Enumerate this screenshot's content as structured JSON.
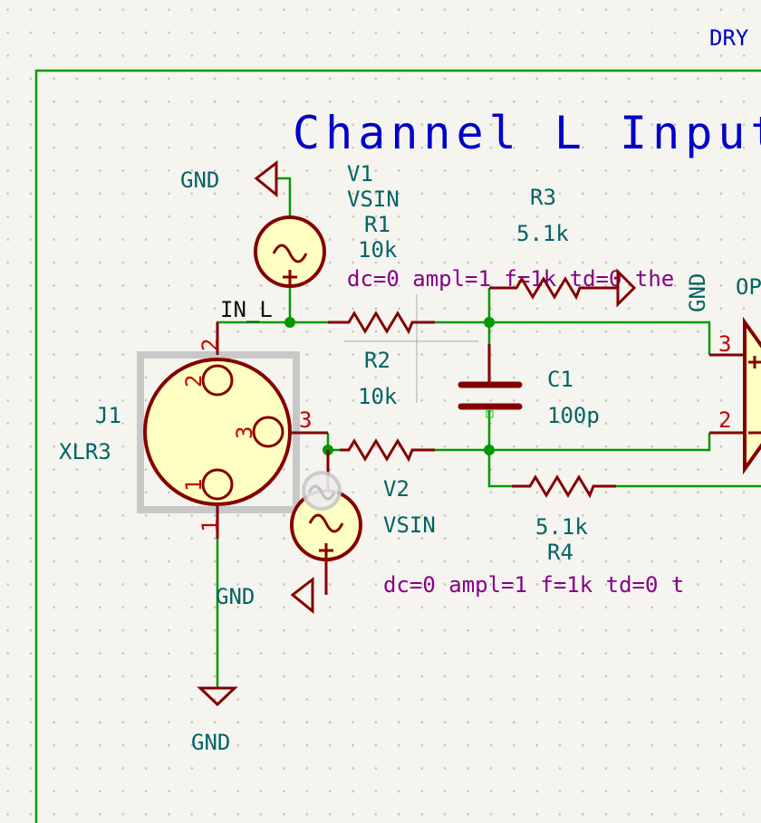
{
  "sheet": {
    "title": "Channel L Input",
    "off_sheet_label": "DRY"
  },
  "net_labels": {
    "in_l": "IN_L"
  },
  "components": {
    "v1": {
      "ref": "V1",
      "value": "VSIN",
      "params": "dc=0 ampl=1 f=1k td=0 the"
    },
    "v2": {
      "ref": "V2",
      "value": "VSIN",
      "params": "dc=0 ampl=1 f=1k td=0 t"
    },
    "r1": {
      "ref": "R1",
      "value": "10k"
    },
    "r2": {
      "ref": "R2",
      "value": "10k"
    },
    "r3": {
      "ref": "R3",
      "value": "5.1k"
    },
    "r4": {
      "ref": "R4",
      "value": "5.1k"
    },
    "c1": {
      "ref": "C1",
      "value": "100p"
    },
    "j1": {
      "ref": "J1",
      "value": "XLR3",
      "pins": [
        "1",
        "2",
        "3"
      ],
      "pin_numbers": [
        "2",
        "3",
        "1"
      ]
    },
    "u1": {
      "ref": "OP",
      "pin_plus": "3",
      "pin_minus": "2"
    }
  },
  "power": {
    "gnd_top": "GND",
    "gnd_v2": "GND",
    "gnd_j1": "GND",
    "gnd_r3": "GND"
  },
  "colors": {
    "wire": "#009900",
    "body": "#840000",
    "fill": "#ffffc2",
    "ref_text": "#006464",
    "param_text": "#880088",
    "sheet_text": "#0000c8"
  }
}
